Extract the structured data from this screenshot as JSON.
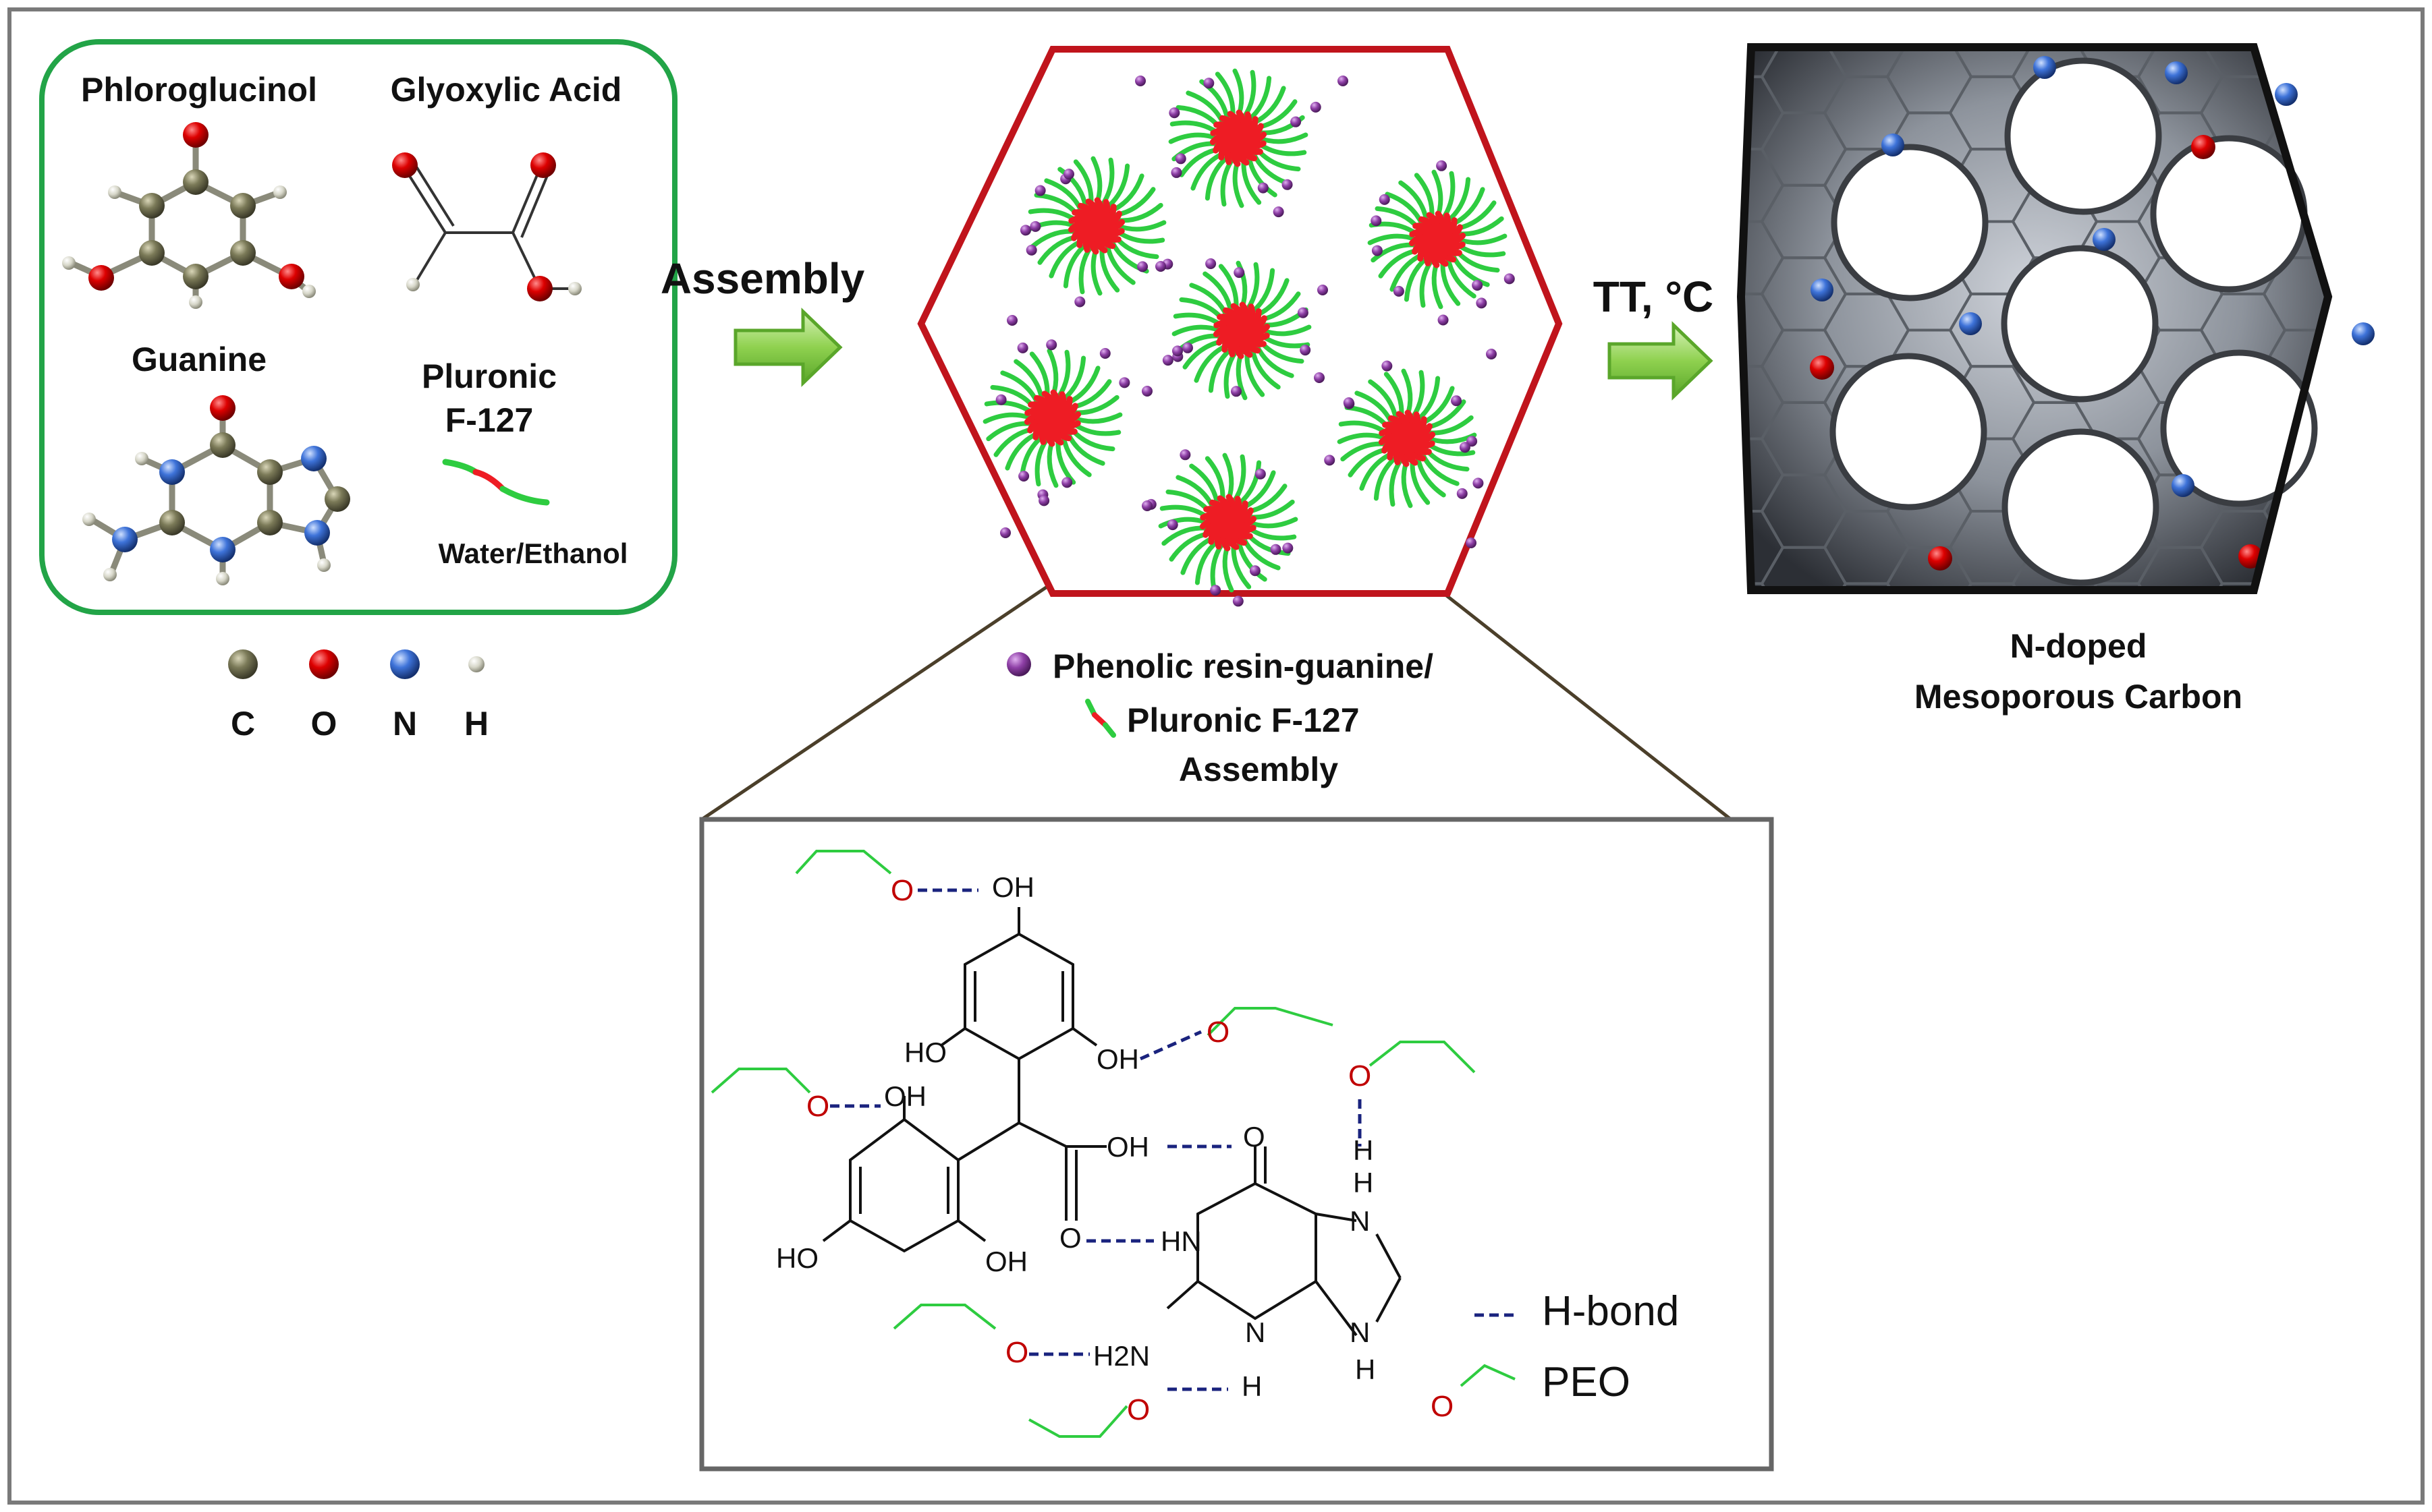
{
  "reactants": {
    "phloroglucinol": "Phloroglucinol",
    "glyoxylic_acid": "Glyoxylic Acid",
    "guanine": "Guanine",
    "pluronic_line1": "Pluronic",
    "pluronic_line2": "F-127",
    "solvent": "Water/Ethanol"
  },
  "atom_legend": [
    {
      "symbol": "C",
      "color": "#6b6a4e"
    },
    {
      "symbol": "O",
      "color": "#d40000"
    },
    {
      "symbol": "N",
      "color": "#3a6fd8"
    },
    {
      "symbol": "H",
      "color": "#d8d8cc"
    }
  ],
  "steps": {
    "assembly": "Assembly",
    "thermal_treatment": "TT, °C"
  },
  "assembly_caption": {
    "line1": "Phenolic resin-guanine/",
    "line2": "Pluronic F-127",
    "line3": "Assembly"
  },
  "product_caption": {
    "line1": "N-doped",
    "line2": "Mesoporous Carbon"
  },
  "inset": {
    "oh": "OH",
    "ho": "HO",
    "o": "O",
    "hn": "HN",
    "n": "N",
    "h": "H",
    "h2n": "H2N",
    "legend_hbond": "H-bond",
    "legend_peo": "PEO"
  },
  "colors": {
    "green_frame": "#22a447",
    "hexagon_red": "#c0141c",
    "micelle_green": "#2ecc40",
    "micelle_core_red": "#ee1c24",
    "resin_purple": "#8e3fa6",
    "hbond_navy": "#1a237e",
    "arrow_green": "#8fd14f",
    "zoom_lines": "#4b3f2a"
  }
}
